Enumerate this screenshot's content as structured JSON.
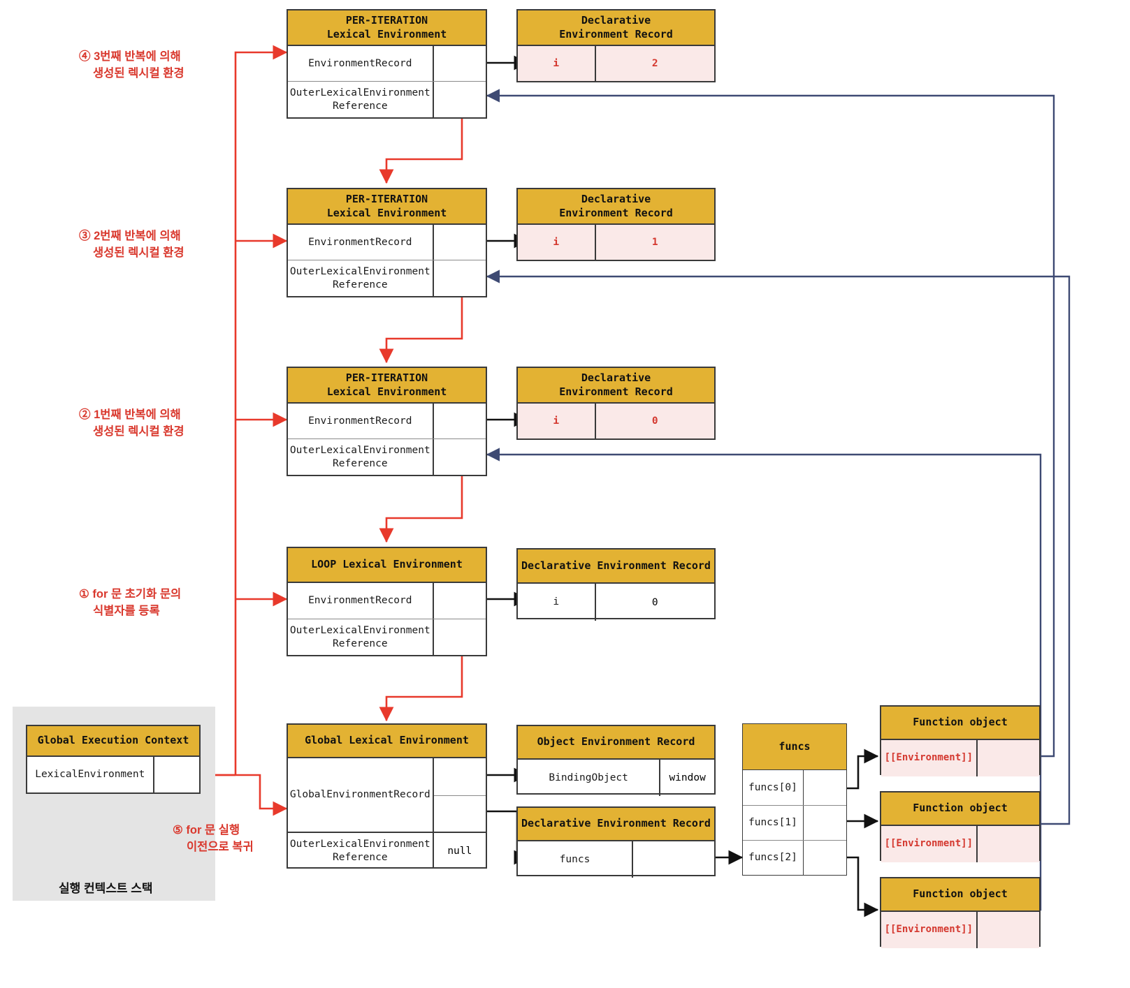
{
  "diagram": {
    "title": "JavaScript for-loop per-iteration lexical environment diagram",
    "colors": {
      "header_gold": "#E3B233",
      "record_pink": "#FAE9E8",
      "annotation_red": "#D9382D",
      "reference_blue": "#3E4A73",
      "stack_gray": "#E4E4E4",
      "border_dark": "#3a3a3a"
    }
  },
  "stack": {
    "label": "실행 컨텍스트 스택",
    "context": {
      "title": "Global Execution Context",
      "row_label": "LexicalEnvironment",
      "row_value": ""
    }
  },
  "notes": [
    {
      "marker": "④",
      "line1": "3번째 반복에 의해",
      "line2": "생성된 렉시컬 환경"
    },
    {
      "marker": "③",
      "line1": "2번째 반복에 의해",
      "line2": "생성된 렉시컬 환경"
    },
    {
      "marker": "②",
      "line1": "1번째 반복에 의해",
      "line2": "생성된 렉시컬 환경"
    },
    {
      "marker": "①",
      "line1": "for 문 초기화 문의",
      "line2": "식별자를 등록"
    },
    {
      "marker": "⑤",
      "line1": "for 문 실행",
      "line2": "이전으로 복귀"
    }
  ],
  "env_labels": {
    "environment_record": "EnvironmentRecord",
    "outer_reference": "OuterLexicalEnvironment\nReference",
    "outer_reference_l1": "OuterLexicalEnvironment",
    "outer_reference_l2": "Reference",
    "global_environment_record": "GlobalEnvironmentRecord",
    "null_value": "null"
  },
  "per_iteration": [
    {
      "title_l1": "PER-ITERATION",
      "title_l2": "Lexical Environment",
      "record": {
        "title_l1": "Declarative",
        "title_l2": "Environment Record",
        "binding_name": "i",
        "binding_value": "2"
      }
    },
    {
      "title_l1": "PER-ITERATION",
      "title_l2": "Lexical Environment",
      "record": {
        "title_l1": "Declarative",
        "title_l2": "Environment Record",
        "binding_name": "i",
        "binding_value": "1"
      }
    },
    {
      "title_l1": "PER-ITERATION",
      "title_l2": "Lexical Environment",
      "record": {
        "title_l1": "Declarative",
        "title_l2": "Environment Record",
        "binding_name": "i",
        "binding_value": "0"
      }
    }
  ],
  "loop_env": {
    "title": "LOOP Lexical Environment",
    "record": {
      "title": "Declarative Environment Record",
      "binding_name": "i",
      "binding_value": "0"
    }
  },
  "global_env": {
    "title": "Global Lexical Environment",
    "object_record": {
      "title": "Object Environment Record",
      "binding_name": "BindingObject",
      "binding_value": "window"
    },
    "declarative_record": {
      "title": "Declarative Environment Record",
      "binding_name": "funcs",
      "binding_value": ""
    }
  },
  "funcs_array": {
    "title": "funcs",
    "items": [
      {
        "label": "funcs[0]",
        "value": ""
      },
      {
        "label": "funcs[1]",
        "value": ""
      },
      {
        "label": "funcs[2]",
        "value": ""
      }
    ]
  },
  "function_objects": [
    {
      "title": "Function object",
      "slot_label": "[[Environment]]",
      "slot_value": ""
    },
    {
      "title": "Function object",
      "slot_label": "[[Environment]]",
      "slot_value": ""
    },
    {
      "title": "Function object",
      "slot_label": "[[Environment]]",
      "slot_value": ""
    }
  ]
}
